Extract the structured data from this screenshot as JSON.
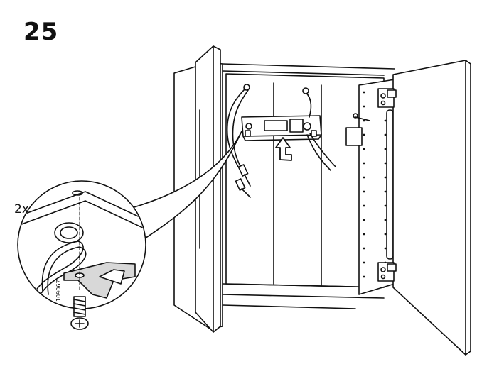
{
  "step": {
    "number": "25"
  },
  "detail": {
    "quantity": "2x",
    "part_number": "109067"
  },
  "colors": {
    "line": "#111111",
    "background": "#ffffff",
    "shade": "#d8d8d8"
  },
  "icons": [
    "screw-icon",
    "arrow-up-icon",
    "junction-box-icon",
    "hinge-icon"
  ]
}
